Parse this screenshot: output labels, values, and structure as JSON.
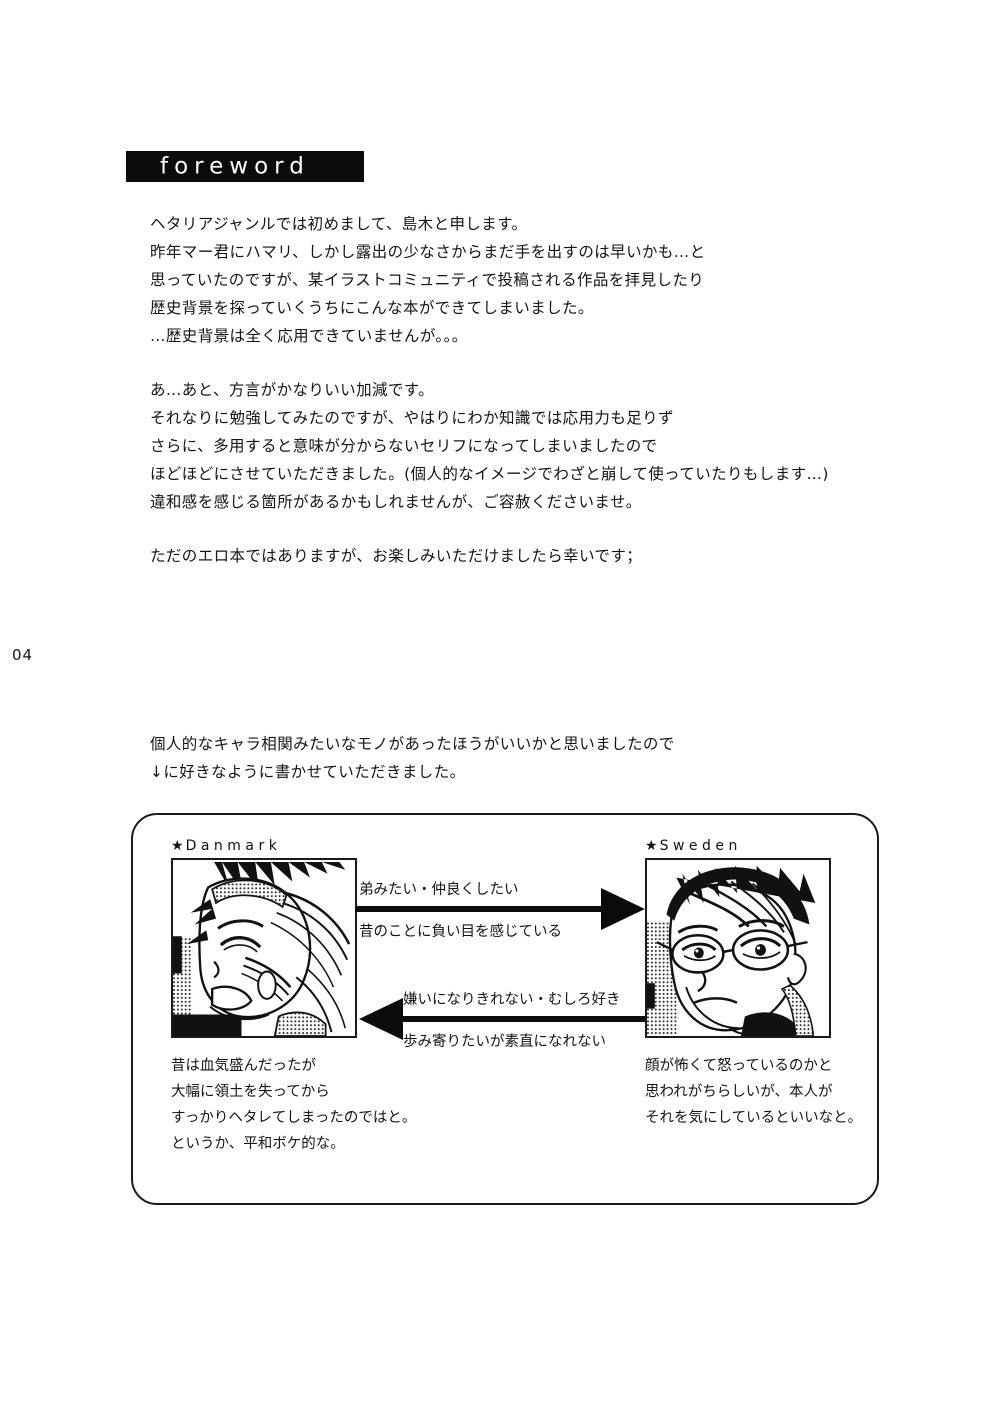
{
  "page": {
    "number": "04",
    "background_color": "#ffffff",
    "ink_color": "#141414"
  },
  "banner": {
    "label": "foreword",
    "background_color": "#0b0b0b",
    "text_color": "#ffffff"
  },
  "body": {
    "paragraphs": [
      {
        "lines": [
          "ヘタリアジャンルでは初めまして、島木と申します。",
          "昨年マー君にハマリ、しかし露出の少なさからまだ手を出すのは早いかも…と",
          "思っていたのですが、某イラストコミュニティで投稿される作品を拝見したり",
          "歴史背景を探っていくうちにこんな本ができてしまいました。",
          "…歴史背景は全く応用できていませんが。。。"
        ]
      },
      {
        "lines": [
          "あ…あと、方言がかなりいい加減です。",
          "それなりに勉強してみたのですが、やはりにわか知識では応用力も足りず",
          "さらに、多用すると意味が分からないセリフになってしまいましたので",
          "ほどほどにさせていただきました。(個人的なイメージでわざと崩して使っていたりもします…)",
          "違和感を感じる箇所があるかもしれませんが、ご容赦くださいませ。"
        ]
      },
      {
        "lines": [
          "ただのエロ本ではありますが、お楽しみいただけましたら幸いです；"
        ]
      }
    ]
  },
  "diagram_intro": {
    "lines": [
      "個人的なキャラ相関みたいなモノがあったほうがいいかと思いましたので",
      "↓に好きなように書かせていただきました。"
    ]
  },
  "relation_diagram": {
    "border_color": "#1a1a1a",
    "characters": [
      {
        "star": "★",
        "name": "Danmark",
        "portrait_icon": "crying-spiky-hair-portrait",
        "caption_lines": [
          "昔は血気盛んだったが",
          "大幅に領土を失ってから",
          "すっかりヘタレてしまったのではと。",
          "というか、平和ボケ的な。"
        ]
      },
      {
        "star": "★",
        "name": "Sweden",
        "portrait_icon": "stern-glasses-portrait",
        "caption_lines": [
          "顔が怖くて怒っているのかと",
          "思われがちらしいが、本人が",
          "それを気にしているといいなと。"
        ]
      }
    ],
    "arrows": [
      {
        "direction": "right",
        "from": "Danmark",
        "to": "Sweden",
        "label_above": "弟みたい・仲良くしたい",
        "label_below": "昔のことに負い目を感じている",
        "color": "#0b0b0b"
      },
      {
        "direction": "left",
        "from": "Sweden",
        "to": "Danmark",
        "label_above": "嫌いになりきれない・むしろ好き",
        "label_below": "歩み寄りたいが素直になれない",
        "color": "#0b0b0b"
      }
    ]
  }
}
